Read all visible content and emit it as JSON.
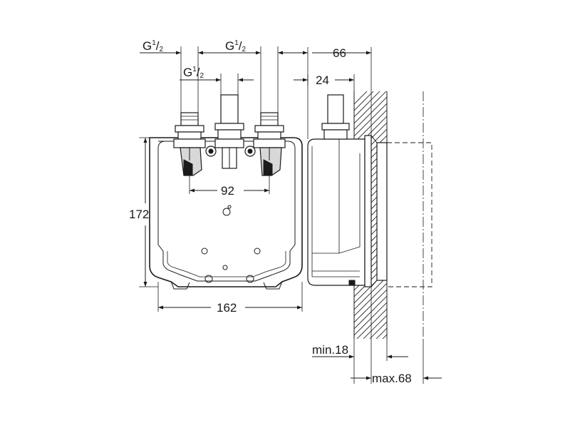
{
  "thread": {
    "g": "G",
    "num": "1",
    "slash": "/",
    "den": "2"
  },
  "dims": {
    "spacing_92": "92",
    "height_172": "172",
    "width_162": "162",
    "depth_66": "66",
    "offset_24": "24",
    "wall_min": "min.18",
    "wall_max": "max.68"
  }
}
